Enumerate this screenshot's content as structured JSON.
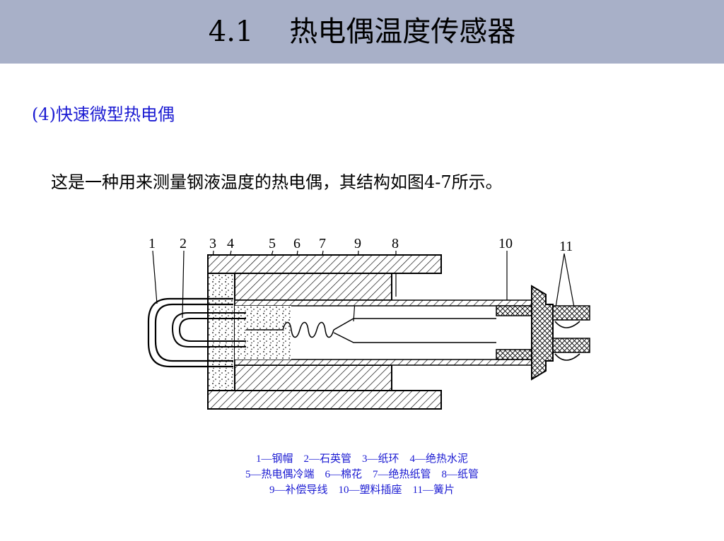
{
  "header": {
    "title": "4.1    热电偶温度传感器",
    "background": "#a8b0c8"
  },
  "section": {
    "heading": "(4)快速微型热电偶",
    "color": "#1a1ad2"
  },
  "body": {
    "text": "这是一种用来测量钢液温度的热电偶，其结构如图4-7所示。"
  },
  "figure": {
    "part_numbers": [
      "1",
      "2",
      "3",
      "4",
      "5",
      "6",
      "7",
      "9",
      "8",
      "10",
      "11"
    ]
  },
  "caption": {
    "line1": "1—钢帽    2—石英管    3—纸环    4—绝热水泥",
    "line2": "5—热电偶冷端    6—棉花    7—绝热纸管    8—纸管",
    "line3": "9—补偿导线    10—塑料插座    11—簧片"
  }
}
